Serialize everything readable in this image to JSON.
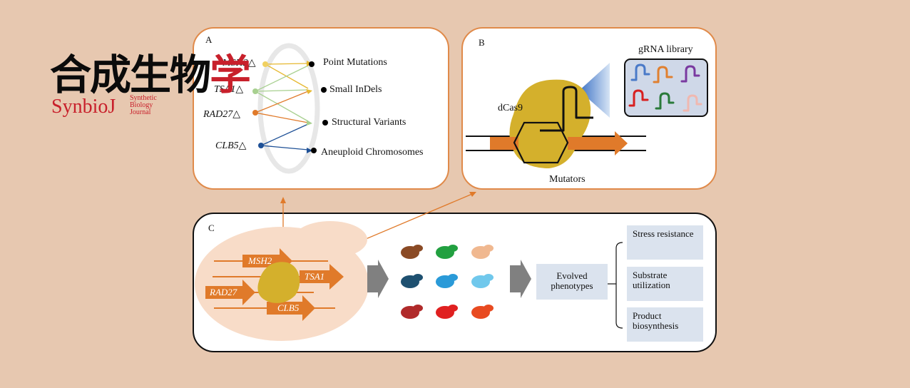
{
  "logo": {
    "cn_black": "合成生物",
    "cn_red": "学",
    "en": "SynbioJ",
    "sub": [
      "Synthetic",
      "Biology",
      "Journal"
    ]
  },
  "panel_a": {
    "label": "A",
    "genes": [
      "MSH2△",
      "TSA1△",
      "RAD27△",
      "CLB5△"
    ],
    "outcomes": [
      "Point Mutations",
      "Small InDels",
      "Structural Variants",
      "Aneuploid Chromosomes"
    ]
  },
  "panel_b": {
    "label": "B",
    "gRNA_label": "gRNA library",
    "dcas_label": "dCas9",
    "mutators_label": "Mutators"
  },
  "panel_c": {
    "label": "C",
    "genes": [
      "MSH2",
      "TSA1",
      "RAD27",
      "CLB5"
    ],
    "evolved": "Evolved phenotypes",
    "phenotypes": [
      "Stress resistance",
      "Substrate utilization",
      "Product biosynthesis"
    ]
  },
  "colors": {
    "panel_border": "#e08a4a",
    "background": "#e7c8b0",
    "orange": "#e07a2a",
    "gold": "#d4b02c",
    "logo_red": "#c8202b",
    "colony_colors": [
      "#8a4a25",
      "#22a040",
      "#f0b890",
      "#1e5070",
      "#2a9ad8",
      "#70c8ec",
      "#b02a2a",
      "#e02020",
      "#e84a20"
    ]
  }
}
